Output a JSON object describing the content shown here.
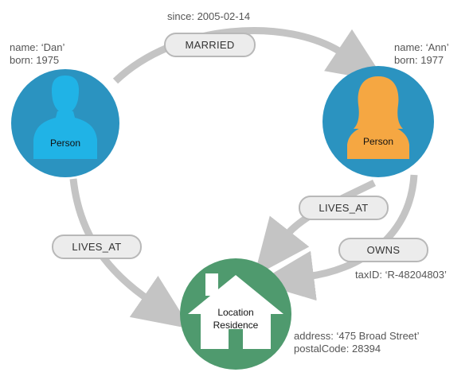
{
  "colors": {
    "node_person": "#2b93c0",
    "node_location": "#4f9a6e",
    "dan_silhouette": "#20b3e6",
    "ann_silhouette": "#f5a742",
    "edge": "#c4c4c4",
    "label_fill": "#ececec",
    "label_stroke": "#b8b8b8",
    "text_muted": "#555555"
  },
  "nodes": {
    "dan": {
      "label": "Person",
      "props": [
        "name: ‘Dan’",
        "born: 1975"
      ],
      "icon": "person-silhouette-icon"
    },
    "ann": {
      "label": "Person",
      "props": [
        "name: ‘Ann’",
        "born: 1977"
      ],
      "icon": "person-silhouette-icon"
    },
    "residence": {
      "labels": [
        "Location",
        "Residence"
      ],
      "props": [
        "address: ‘475 Broad Street’",
        "postalCode: 28394"
      ],
      "icon": "house-icon"
    }
  },
  "relationships": {
    "married": {
      "type": "MARRIED",
      "prop": "since: 2005-02-14"
    },
    "dan_lives_at": {
      "type": "LIVES_AT"
    },
    "ann_lives_at": {
      "type": "LIVES_AT"
    },
    "owns": {
      "type": "OWNS",
      "prop": "taxID: ‘R-48204803’"
    }
  }
}
